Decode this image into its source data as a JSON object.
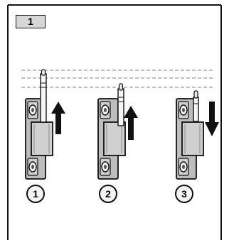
{
  "step": {
    "number": "1"
  },
  "positions": [
    {
      "label": "1",
      "arrow": "up",
      "insertion": "full"
    },
    {
      "label": "2",
      "arrow": "up",
      "insertion": "half"
    },
    {
      "label": "3",
      "arrow": "down",
      "insertion": "out"
    }
  ],
  "colors": {
    "border": "#111111",
    "step_box_fill": "#d7d7d7",
    "bracket_fill": "#bdbdbd",
    "guide_lines": "#9a9a9a"
  }
}
